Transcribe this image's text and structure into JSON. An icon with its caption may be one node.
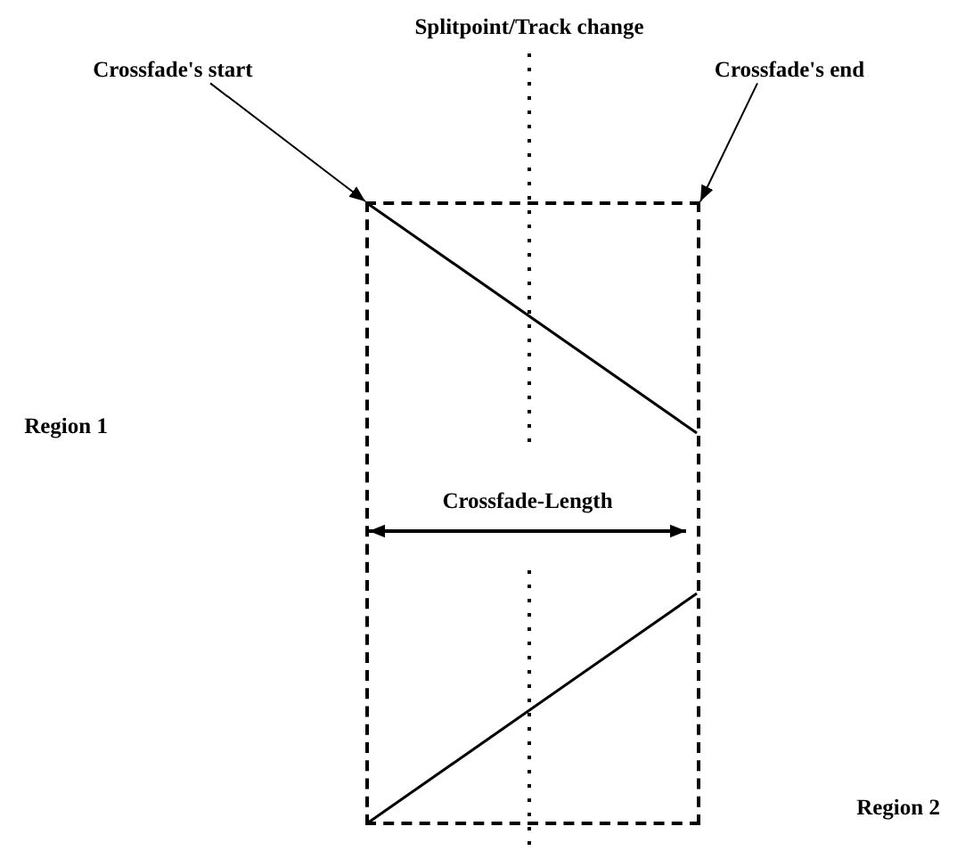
{
  "diagram": {
    "nodes": [
      {
        "text": [
          "Crossfade's start"
        ]
      },
      {
        "text": [
          "Crossfade's end"
        ]
      },
      {
        "text": [],
        "shape": "box"
      }
    ],
    "edges": [
      {
        "from": 0,
        "to": 2,
        "arrow": "to"
      },
      {
        "from": 1,
        "to": 2,
        "arrow": "to"
      }
    ],
    "labels": [
      "Splitpoint/Track change",
      "Region 1",
      "Crossfade-Length",
      "Region 2"
    ]
  }
}
